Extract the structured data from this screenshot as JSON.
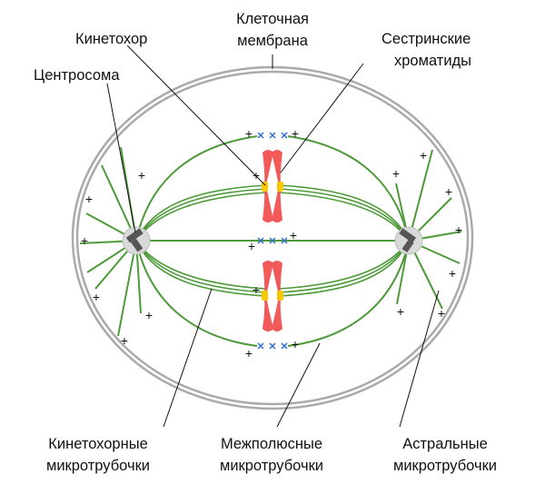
{
  "labels": {
    "membrane": [
      "Клеточная",
      "мембрана"
    ],
    "kinetochore": "Кинетохор",
    "sister_chromatids": [
      "Сестринские",
      "хроматиды"
    ],
    "centrosome": "Центросома",
    "kinetochore_mt": [
      "Кинетохорные",
      "микротрубочки"
    ],
    "interpolar_mt": [
      "Межполюсные",
      "микротрубочки"
    ],
    "astral_mt": [
      "Астральные",
      "микротрубочки"
    ]
  },
  "plus_sign": "+",
  "colors": {
    "membrane": "#aaaaaa",
    "microtubule": "#4e9a3a",
    "chromosome": "#f25a5a",
    "kinetochore": "#f5c800",
    "centrosome": "#d9d9d9",
    "centriole": "#555555",
    "crosslink": "#2f6fd1",
    "leader": "#111111"
  }
}
